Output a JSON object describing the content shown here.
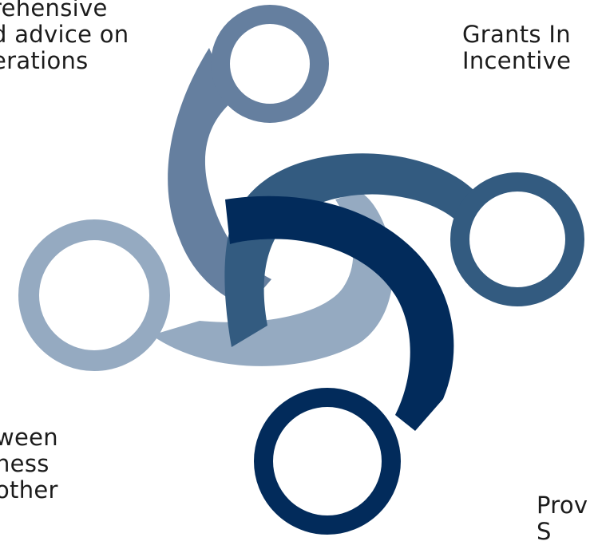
{
  "labels": {
    "top_left": "rehensive\nd advice on\nerations",
    "top_right": "Grants In\nIncentive",
    "bottom_left": "ween\nness\nother",
    "bottom_right": "Prov\nS"
  },
  "colors": {
    "arm_top": "#657f9f",
    "arm_right": "#335b80",
    "arm_left": "#95aac1",
    "arm_bottom": "#022b5b",
    "background": "#ffffff",
    "text": "#1c1c1c"
  }
}
